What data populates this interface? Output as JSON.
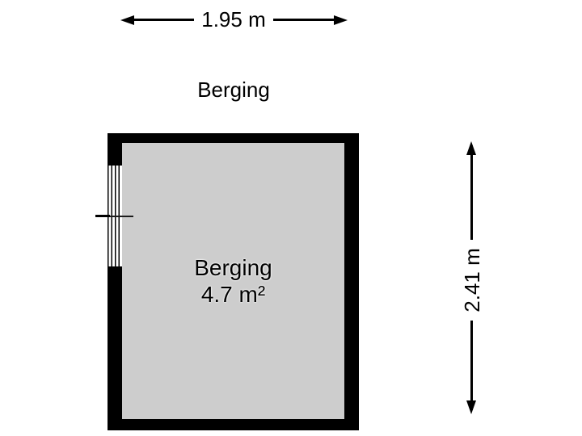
{
  "plan": {
    "title": "Berging",
    "room": {
      "name": "Berging",
      "area": "4.7 m²",
      "area_value_m2": 4.7
    },
    "dimensions": {
      "width": {
        "label": "1.95 m",
        "value_m": 1.95
      },
      "height": {
        "label": "2.41 m",
        "value_m": 2.41
      }
    },
    "colors": {
      "background": "#ffffff",
      "wall": "#000000",
      "floor": "#cdcdcd",
      "label_bg": "#ffffff",
      "text": "#000000"
    }
  }
}
